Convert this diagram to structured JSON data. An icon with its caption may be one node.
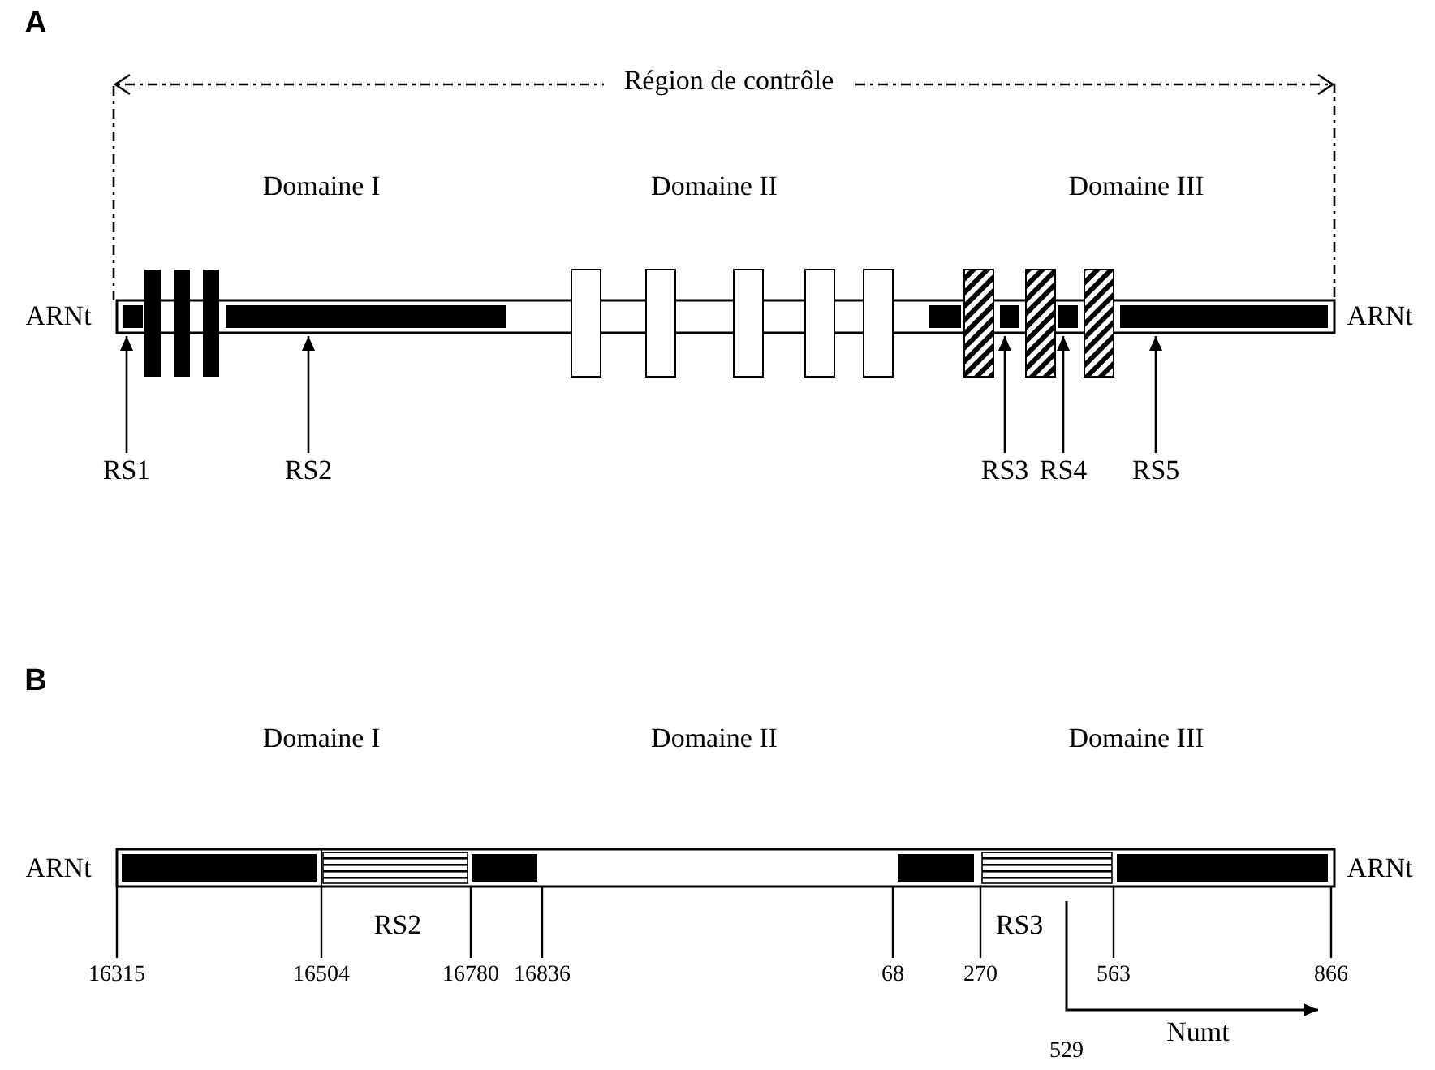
{
  "diagram": {
    "nodes": [
      {
        "text": [
          "RS1"
        ]
      },
      {
        "text": [
          "RS2"
        ]
      },
      {
        "text": [
          "RS3"
        ]
      },
      {
        "text": [
          "RS4"
        ]
      },
      {
        "text": [
          "RS5"
        ]
      }
    ],
    "edges": [
      {
        "from": 0,
        "to": null,
        "arrow": "to"
      },
      {
        "from": 1,
        "to": null,
        "arrow": "to"
      },
      {
        "from": 2,
        "to": null,
        "arrow": "to"
      },
      {
        "from": 3,
        "to": null,
        "arrow": "to"
      },
      {
        "from": 4,
        "to": null,
        "arrow": "to"
      }
    ],
    "labels": [
      "A",
      "Région de contrôle",
      "Domaine I",
      "Domaine II",
      "Domaine III",
      "ARNt",
      "ARNt",
      "B",
      "Domaine I",
      "Domaine II",
      "Domaine III",
      "ARNt",
      "ARNt",
      "RS2",
      "RS3",
      "16315",
      "16504",
      "16780",
      "16836",
      "68",
      "270",
      "563",
      "866",
      "529",
      "Numt"
    ]
  }
}
